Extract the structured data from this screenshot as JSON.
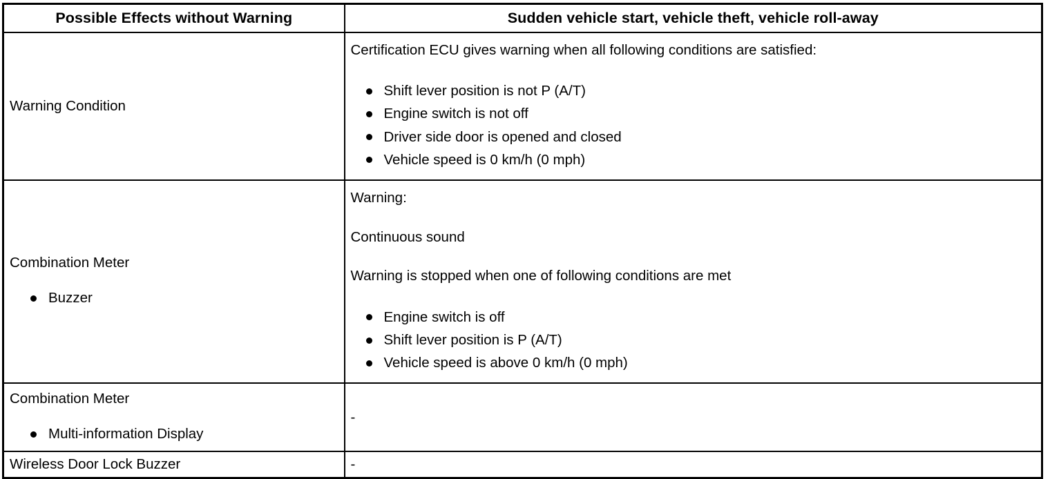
{
  "table": {
    "headers": {
      "effect": "Possible Effects without Warning",
      "symptom": "Sudden vehicle start, vehicle theft, vehicle roll-away"
    },
    "rows": [
      {
        "id": "warning-condition",
        "effect_label": "Warning Condition",
        "symptom_intro": "Certification ECU gives warning when all following conditions are satisfied:",
        "symptom_bullets": [
          "Shift lever position is not P (A/T)",
          "Engine switch is not off",
          "Driver side door is opened and closed",
          "Vehicle speed is 0 km/h (0 mph)"
        ]
      },
      {
        "id": "combination-meter-buzzer",
        "effect_label": "Combination Meter",
        "effect_bullets": [
          "Buzzer"
        ],
        "symptom_line1": "Warning:",
        "symptom_line2": "Continuous sound",
        "symptom_line3": "Warning is stopped when one of following conditions are met",
        "symptom_bullets": [
          "Engine switch is off",
          "Shift lever position is P (A/T)",
          "Vehicle speed is above 0 km/h (0 mph)"
        ]
      },
      {
        "id": "combination-meter-multi-information-display",
        "effect_label": "Combination Meter",
        "effect_bullets": [
          "Multi-information Display"
        ],
        "symptom_value": "-"
      },
      {
        "id": "wireless-door-lock-buzzer",
        "effect_label": "Wireless Door Lock Buzzer",
        "symptom_value": "-"
      }
    ]
  },
  "colors": {
    "rule": "#000000",
    "text": "#000000",
    "background": "#ffffff"
  }
}
